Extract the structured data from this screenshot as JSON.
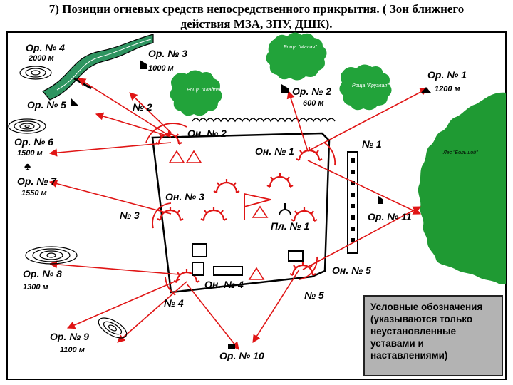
{
  "title": {
    "line1": "7) Позиции огневых средств непосредственного прикрытия. ( Зон ближнего",
    "line2": "действия МЗА, ЗПУ, ДШК)."
  },
  "observation_posts": [
    {
      "label": "Ор. № 4",
      "distance": "2000 м"
    },
    {
      "label": "Ор. № 3",
      "distance": "1000 м"
    },
    {
      "label": "Ор. № 2",
      "distance": "600 м"
    },
    {
      "label": "Ор. № 1",
      "distance": "1200 м"
    },
    {
      "label": "Ор. № 5",
      "distance": ""
    },
    {
      "label": "Ор. № 6",
      "distance": "1500 м"
    },
    {
      "label": "Ор. № 7",
      "distance": "1550 м"
    },
    {
      "label": "Ор. № 8",
      "distance": "1300 м"
    },
    {
      "label": "Ор. № 9",
      "distance": "1100 м"
    },
    {
      "label": "Ор. № 10",
      "distance": ""
    },
    {
      "label": "Ор. № 11",
      "distance": ""
    }
  ],
  "firing_positions": {
    "on2": "Он. № 2",
    "on1": "Он. № 1",
    "on3": "Он. № 3",
    "on4": "Он. № 4",
    "on5": "Он. № 5",
    "pl1": "Пл. № 1"
  },
  "sectors": {
    "n1": "№ 1",
    "n2": "№ 2",
    "n3": "№ 3",
    "n4": "№ 4",
    "n5": "№ 5"
  },
  "groves": {
    "g1": "Роща \"Квадратная\"",
    "g2": "Роща \"Круглая\"",
    "g3": "Роща \"Малая\"",
    "forest": "Лес \"Большой\""
  },
  "legend": {
    "line1": "Условные обозначения",
    "line2": "(указываются только",
    "line3": "неустановленные",
    "line4": "уставами и",
    "line5": "наставлениями)"
  },
  "colors": {
    "river": "#2e9460",
    "grove": "#22a33a",
    "forest": "#1f9a33",
    "arrows": "#e01515",
    "legend_bg": "#b3b3b3"
  }
}
